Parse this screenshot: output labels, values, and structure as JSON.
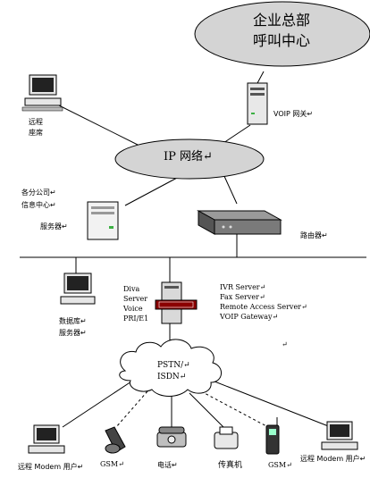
{
  "hq": {
    "line1": "企业总部",
    "line2": "呼叫中心"
  },
  "ip_network": "IP 网络↵",
  "pstn": {
    "line1": "PSTN/↵",
    "line2": "ISDN↵"
  },
  "labels": {
    "remote_seat": {
      "line1": "远程",
      "line2": "座席"
    },
    "voip_gateway_top": "VOIP 网关↵",
    "branch": {
      "line1": "各分公司↵",
      "line2": "信息中心↵"
    },
    "server": "服务器↵",
    "router": "路由器↵",
    "diva": [
      "Diva",
      "Server",
      "Voice",
      "PRI/E1"
    ],
    "services": [
      "IVR Server↵",
      "Fax Server↵",
      "Remote Access Server↵",
      "VOIP Gateway↵"
    ],
    "db": {
      "line1": "数据库↵",
      "line2": "服务器↵"
    },
    "bottom": {
      "remote_modem_left": "远程 Modem 用户↵",
      "gsm_left": "GSM↵",
      "phone": "电话↵",
      "fax": "传真机",
      "gsm_right": "GSM↵",
      "remote_modem_right": "远程 Modem 用户↵"
    },
    "return_mark": "↵"
  },
  "colors": {
    "cloud_fill": "#d4d4d4",
    "line": "#000000",
    "led_green": "#3cb043",
    "badge_red": "#8b0000"
  }
}
